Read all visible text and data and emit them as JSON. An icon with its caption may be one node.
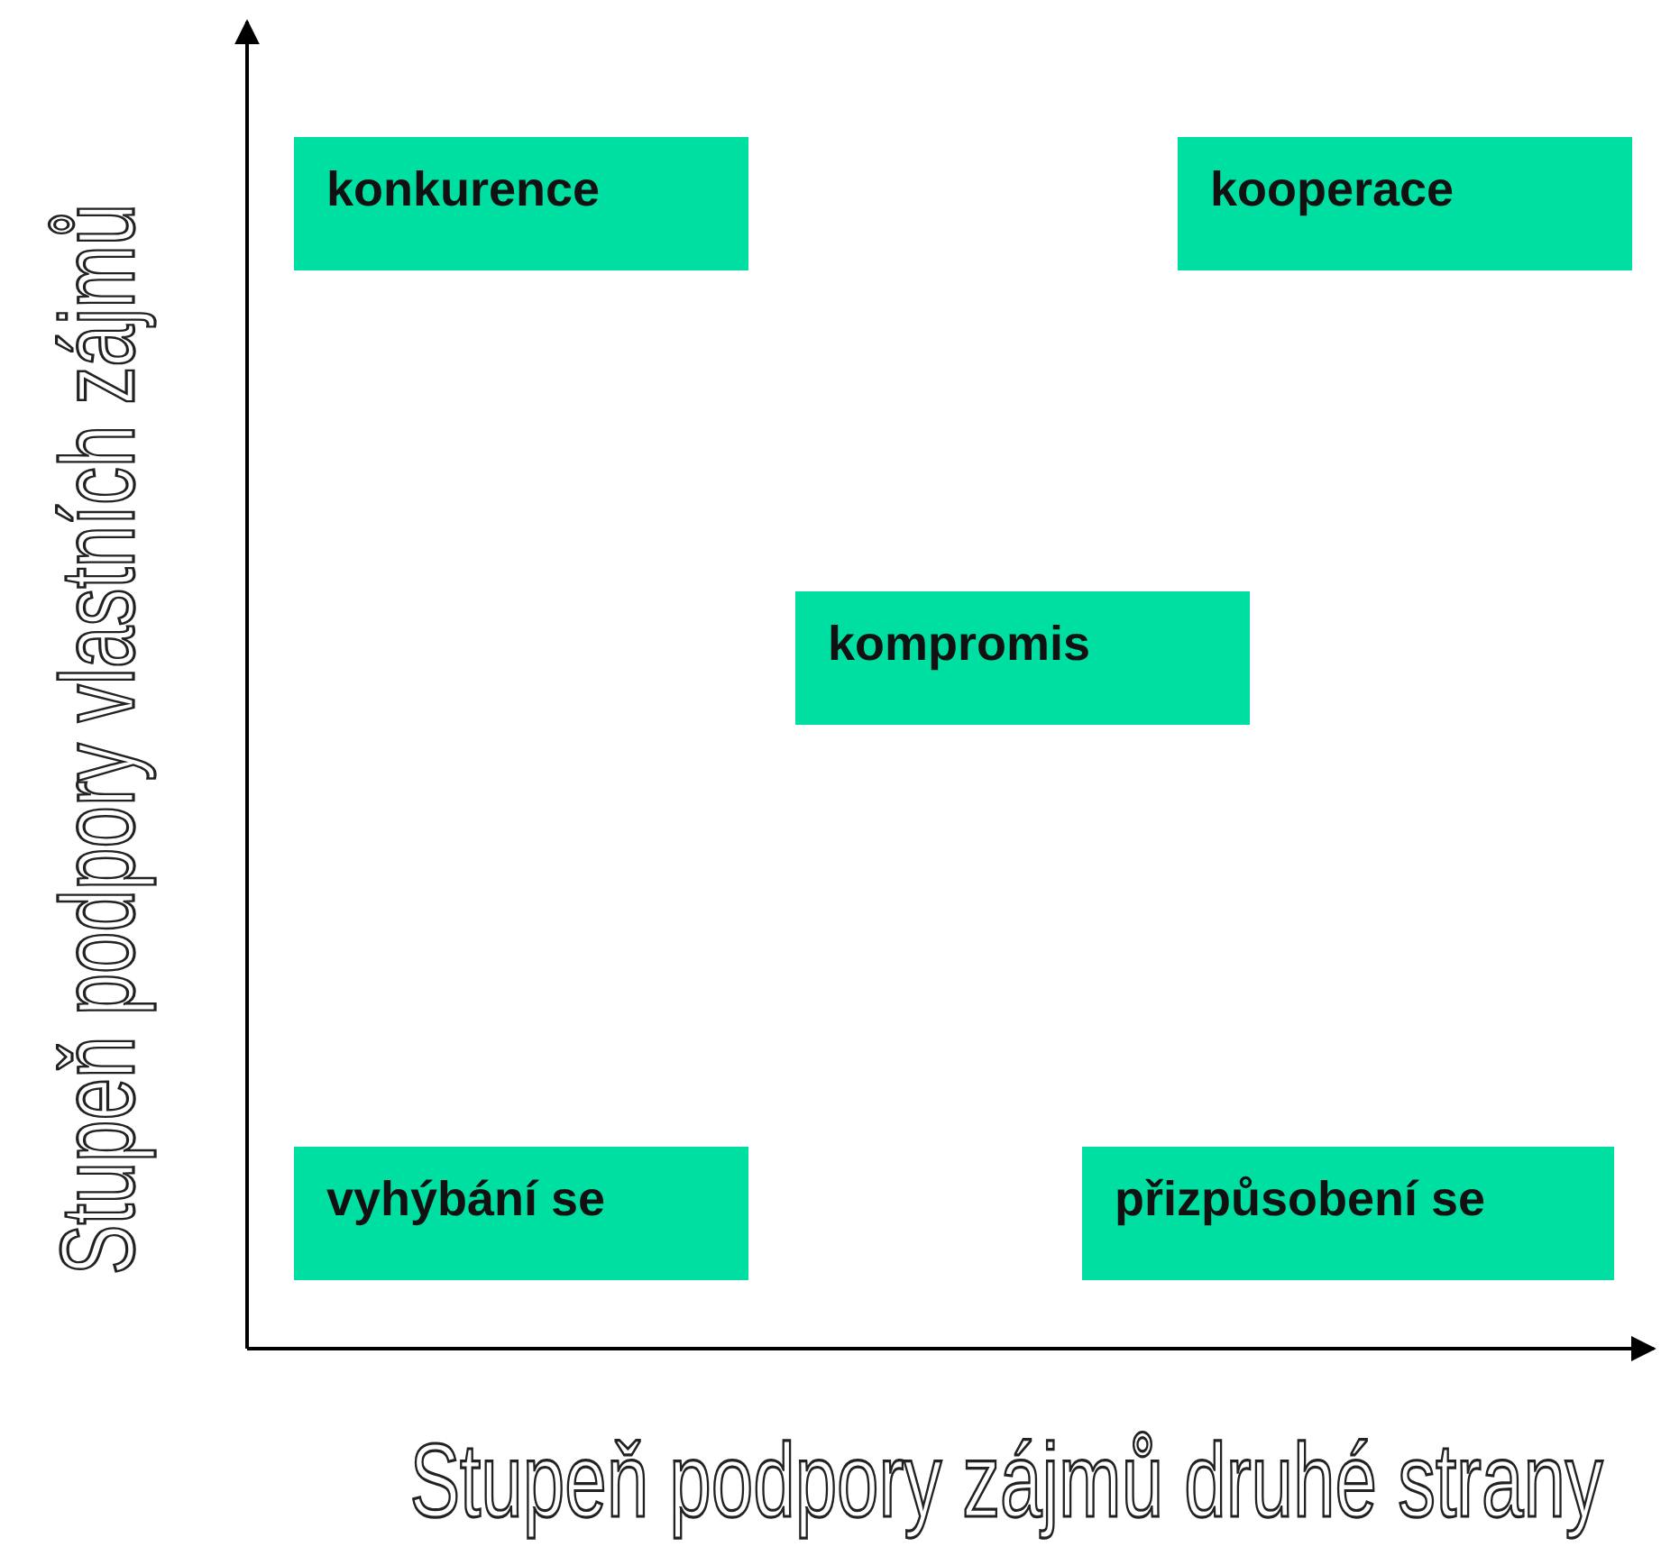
{
  "diagram": {
    "nodes": [
      {
        "text": [
          "konkurence"
        ]
      },
      {
        "text": [
          "kooperace"
        ]
      },
      {
        "text": [
          "kompromis"
        ]
      },
      {
        "text": [
          "vyhýbání se"
        ]
      },
      {
        "text": [
          "přizpůsobení se"
        ]
      }
    ],
    "labels": [
      "Stupeň podpory vlastních zájmů",
      "Stupeň podpory zájmů druhé strany"
    ]
  }
}
